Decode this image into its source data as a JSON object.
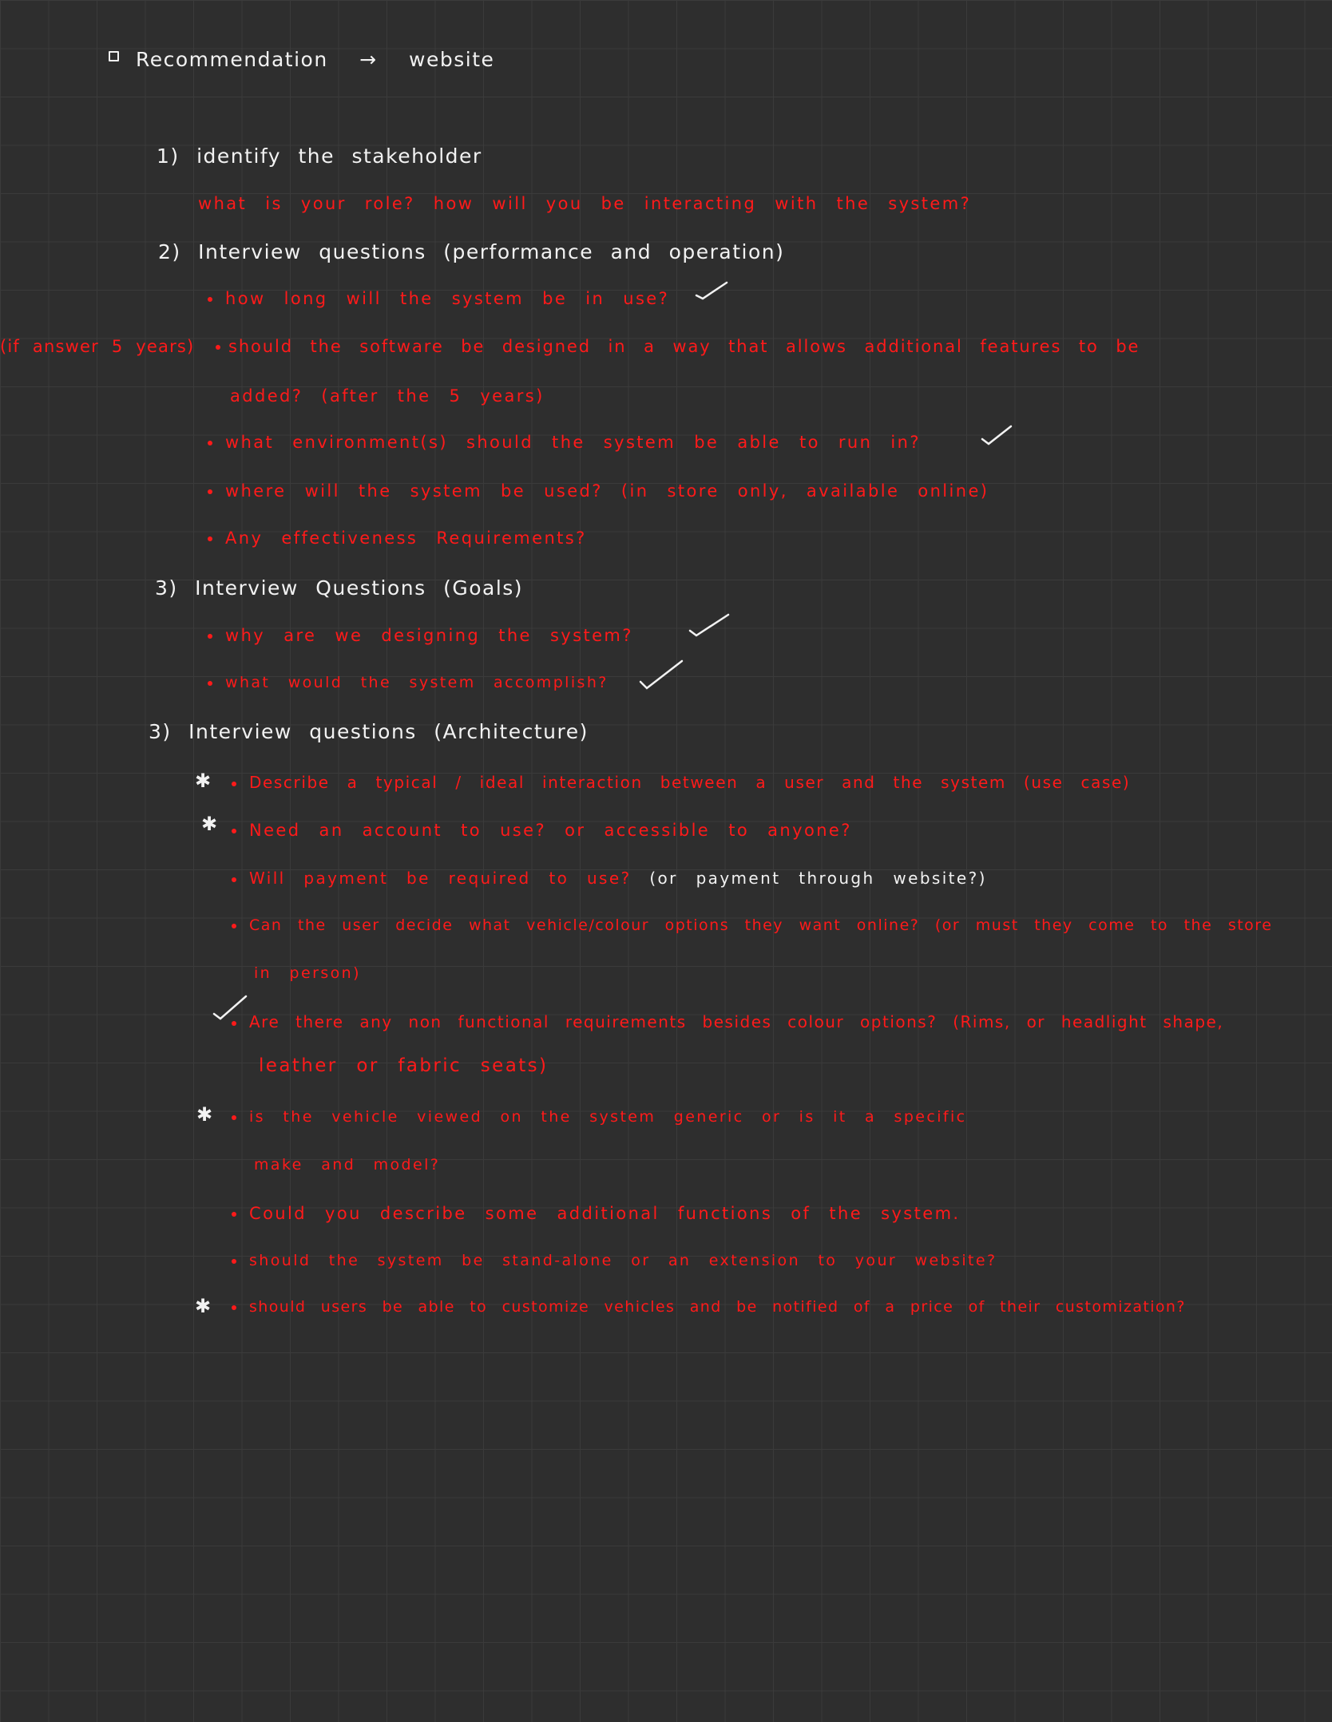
{
  "title": {
    "left": "Recommendation",
    "arrow": "→",
    "right": "website"
  },
  "sections": {
    "s1": {
      "heading": "1) identify the stakeholder",
      "line1": "what is your role? how will you be interacting with the system?"
    },
    "s2": {
      "heading": "2) Interview questions (performance and operation)",
      "q1": "how long will the system be in use?",
      "margin_note": "(if answer 5 years)",
      "q2a": "should the software be designed in a way that allows additional features to be",
      "q2b": "added? (after the 5 years)",
      "q3": "what environment(s) should the system be able to run in?",
      "q4": "where will the system be used? (in store only, available online)",
      "q5": "Any effectiveness Requirements?"
    },
    "s3a": {
      "heading": "3) Interview Questions (Goals)",
      "q1": "why are we designing the system?",
      "q2": "what would the system accomplish?"
    },
    "s3b": {
      "heading": "3) Interview questions (Architecture)",
      "q1": "Describe a typical / ideal interaction between a user and the system (use case)",
      "q2": "Need an account to use? or accessible to anyone?",
      "q3_red": "Will payment be required to use?",
      "q3_white": "(or payment through website?)",
      "q4a": "Can the user decide what vehicle/colour options they want online? (or must they come to the store",
      "q4b": "in person)",
      "q5a": "Are there any non functional requirements besides colour options? (Rims, or headlight shape,",
      "q5b": "leather or fabric seats)",
      "q6a": "is the vehicle viewed on the system generic or is it a specific",
      "q6b": "make and model?",
      "q7": "Could you describe some additional functions of the system.",
      "q8": "should the system be stand-alone or an extension to your website?",
      "q9": "should users be able to customize vehicles and be notified of a price of their customization?"
    }
  },
  "marks": {
    "star": "✱"
  },
  "colors": {
    "background": "#2e2e2e",
    "grid": "#3b3b3b",
    "heading_ink": "#f2f2f2",
    "question_ink": "#ff1a1a"
  }
}
